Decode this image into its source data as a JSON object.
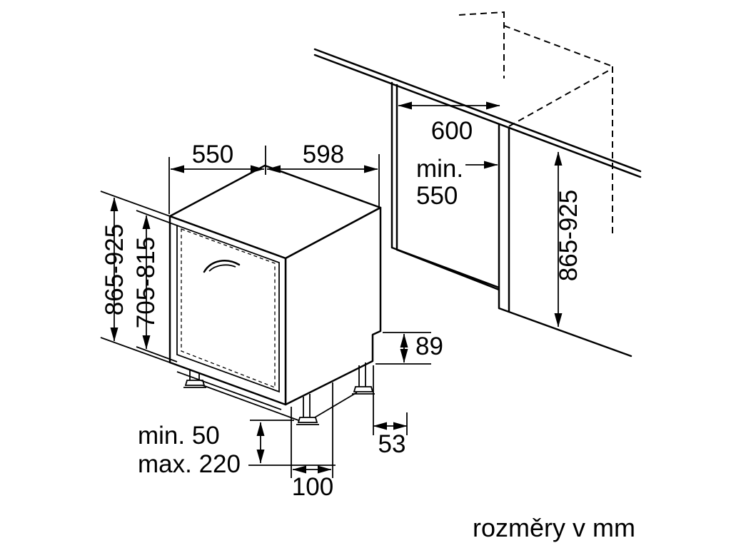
{
  "units_note": "rozměry v mm",
  "dims": {
    "top_depth": "550",
    "top_width": "598",
    "niche_width": "600",
    "niche_depth_line1": "min.",
    "niche_depth_line2": "550",
    "appliance_height": "865-925",
    "door_height": "705-815",
    "niche_height": "865-925",
    "hose_step": "89",
    "hose_offset": "53",
    "plinth_min": "min. 50",
    "plinth_max": "max. 220",
    "foot_inset": "100"
  },
  "colors": {
    "line": "#000000",
    "background": "#ffffff"
  }
}
